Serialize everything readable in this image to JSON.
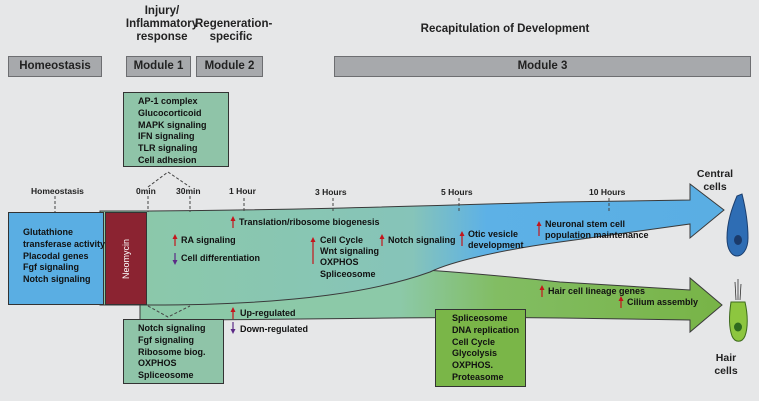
{
  "headers": {
    "injury": "Injury/\nInflammatory\nresponse",
    "regeneration": "Regeneration-\nspecific",
    "recapitulation": "Recapitulation of Development"
  },
  "modules": {
    "homeostasis": "Homeostasis",
    "module1": "Module 1",
    "module2": "Module 2",
    "module3": "Module 3"
  },
  "module1_up_box": [
    "AP-1 complex",
    "Glucocorticoid",
    "MAPK signaling",
    "IFN signaling",
    "TLR signaling",
    "Cell adhesion"
  ],
  "module1_down_box": [
    "Notch signaling",
    "Fgf signaling",
    "Ribosome biog.",
    "OXPHOS",
    "Spliceosome"
  ],
  "homeostasis_box": [
    "Glutathione",
    "transferase activity",
    "Placodal genes",
    "Fgf signaling",
    "Notch signaling"
  ],
  "neomycin_label": "Neomycin",
  "timepoints": [
    "Homeostasis",
    "0min",
    "30min",
    "1 Hour",
    "3 Hours",
    "5 Hours",
    "10 Hours"
  ],
  "central_labels": {
    "translation": "Translation/ribosome biogenesis",
    "ra": "RA signaling",
    "diff": "Cell differentiation",
    "cellcycle": [
      "Cell Cycle",
      "Wnt signaling",
      "OXPHOS",
      "Spliceosome"
    ],
    "notch": "Notch signaling",
    "otic": [
      "Otic vesicle",
      "development"
    ],
    "neuronal": [
      "Neuronal stem cell",
      "population maintenance"
    ]
  },
  "hair_labels": {
    "lineage": "Hair cell lineage genes",
    "cilium": "Cilium assembly",
    "box": [
      "Spliceosome",
      "DNA replication",
      "Cell Cycle",
      "Glycolysis",
      "OXPHOS.",
      "Proteasome"
    ]
  },
  "legend": {
    "up": "Up-regulated",
    "down": "Down-regulated"
  },
  "cells": {
    "central": [
      "Central",
      "cells"
    ],
    "hair": [
      "Hair",
      "cells"
    ]
  },
  "colors": {
    "up": "#c4161c",
    "down": "#5b2a86",
    "blue": "#5aaee3",
    "green": "#7ab648",
    "neomycin": "#8b2331"
  }
}
